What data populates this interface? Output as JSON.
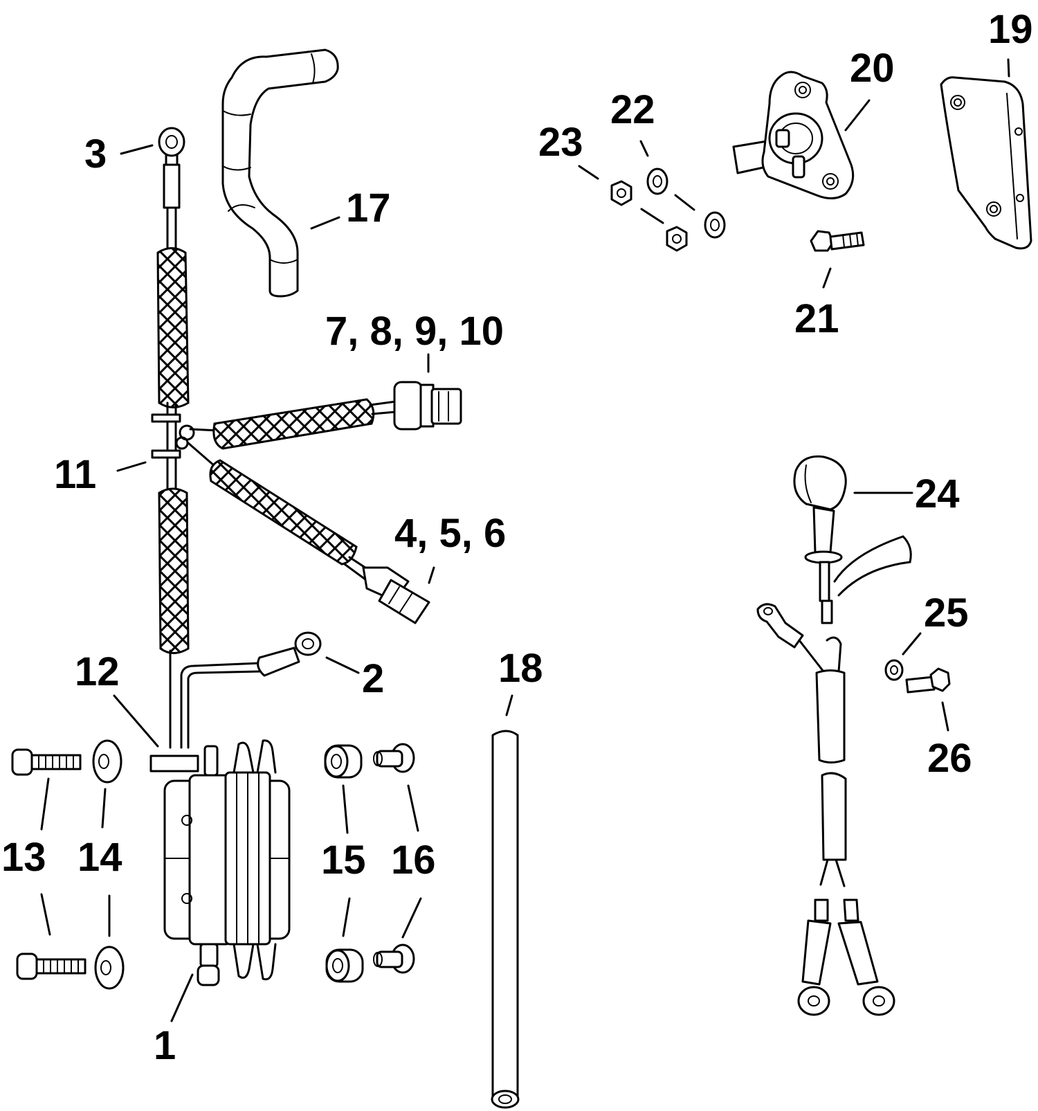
{
  "diagram": {
    "callouts": {
      "c1": "1",
      "c2": "2",
      "c3": "3",
      "c4": "4, 5, 6",
      "c7": "7, 8, 9, 10",
      "c11": "11",
      "c12": "12",
      "c13": "13",
      "c14": "14",
      "c15": "15",
      "c16": "16",
      "c17": "17",
      "c18": "18",
      "c19": "19",
      "c20": "20",
      "c21": "21",
      "c22": "22",
      "c23": "23",
      "c24": "24",
      "c25": "25",
      "c26": "26"
    }
  }
}
